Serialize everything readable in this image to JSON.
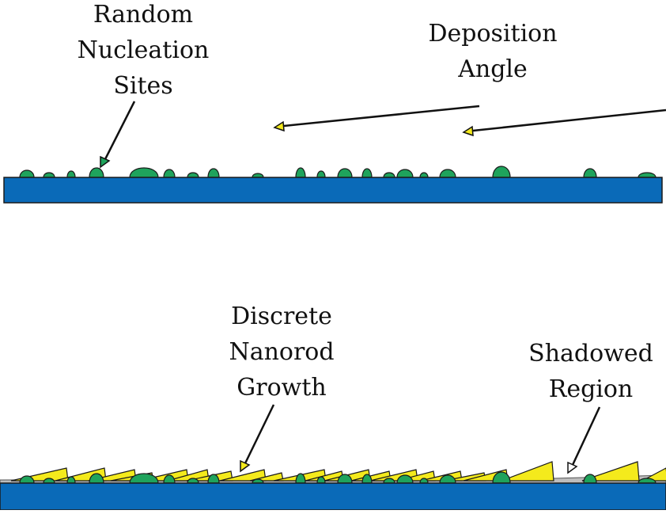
{
  "labels": {
    "nucleation": [
      "Random",
      "Nucleation",
      "Sites"
    ],
    "deposition": [
      "Deposition",
      "Angle"
    ],
    "nanorod": [
      "Discrete",
      "Nanorod",
      "Growth"
    ],
    "shadowed": [
      "Shadowed",
      "Region"
    ]
  },
  "colors": {
    "substrate": "#0a6ab8",
    "nucleus": "#1fa35c",
    "nanorod": "#f4ea1c",
    "shadow": "#bdbdbd",
    "outline": "#1a1a1a",
    "arrowhead": "#f4ea1c",
    "nucleation_arrowhead": "#1fa35c"
  }
}
